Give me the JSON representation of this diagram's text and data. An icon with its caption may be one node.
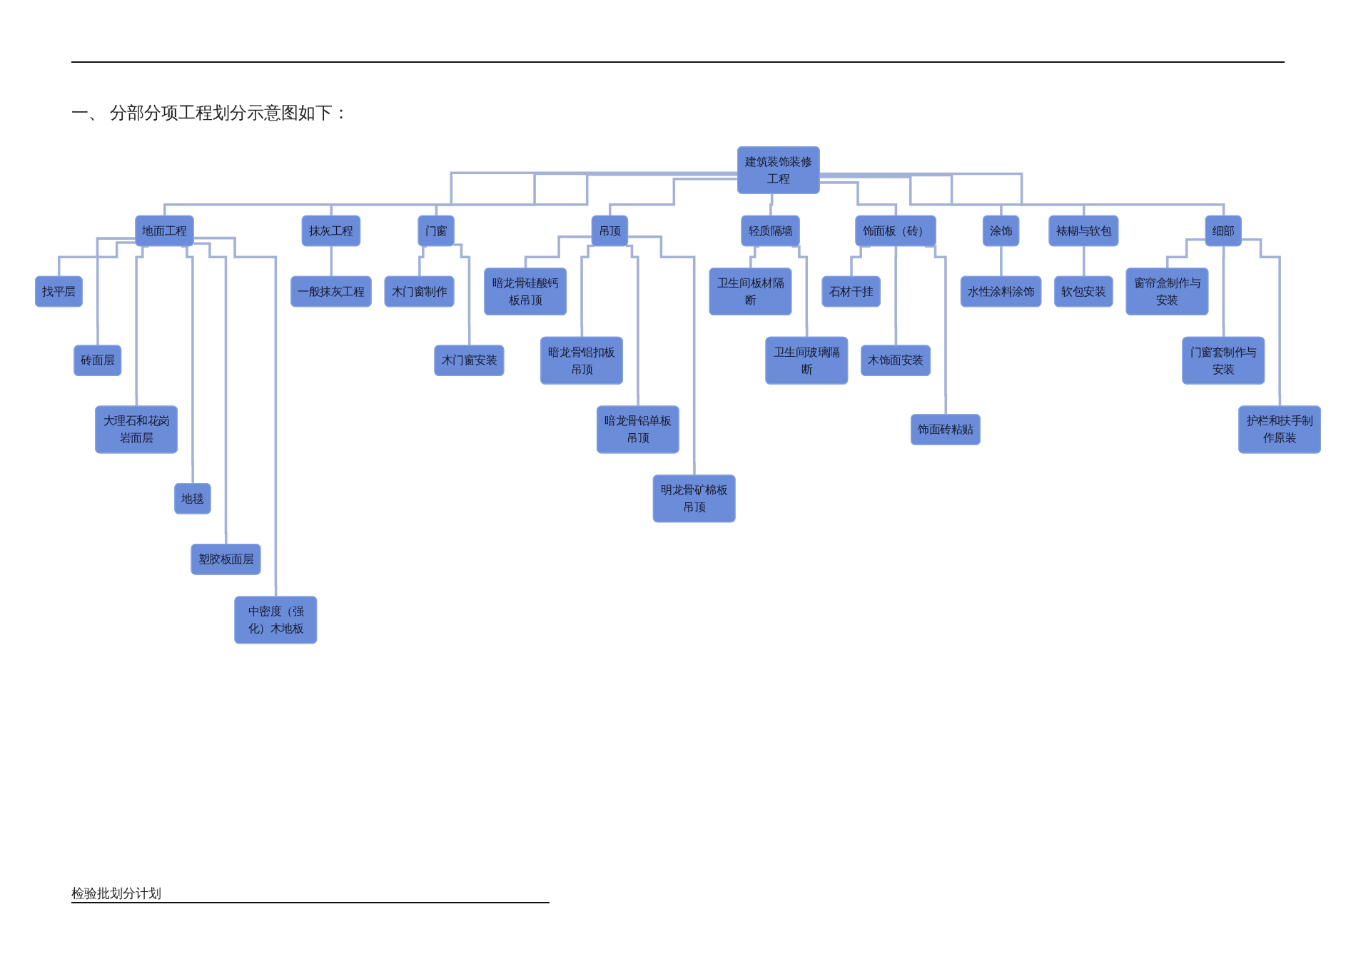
{
  "diagram": {
    "title": "一、 分部分项工程划分示意图如下：",
    "nodes": [
      {
        "text": [
          "建筑装饰装修工程"
        ]
      },
      {
        "text": [
          "地面工程"
        ]
      },
      {
        "text": [
          "抹灰工程"
        ]
      },
      {
        "text": [
          "门窗"
        ]
      },
      {
        "text": [
          "吊顶"
        ]
      },
      {
        "text": [
          "轻质隔墙"
        ]
      },
      {
        "text": [
          "饰面板（砖）"
        ]
      },
      {
        "text": [
          "涂饰"
        ]
      },
      {
        "text": [
          "裱糊与软包"
        ]
      },
      {
        "text": [
          "细部"
        ]
      },
      {
        "text": [
          "找平层"
        ]
      },
      {
        "text": [
          "砖面层"
        ]
      },
      {
        "text": [
          "大理石和花岗岩面层"
        ]
      },
      {
        "text": [
          "地毯"
        ]
      },
      {
        "text": [
          "塑胶板面层"
        ]
      },
      {
        "text": [
          "中密度（强化）木地板"
        ]
      },
      {
        "text": [
          "一般抹灰工程"
        ]
      },
      {
        "text": [
          "木门窗制作"
        ]
      },
      {
        "text": [
          "木门窗安装"
        ]
      },
      {
        "text": [
          "暗龙骨硅酸钙板吊顶"
        ]
      },
      {
        "text": [
          "暗龙骨铝扣板吊顶"
        ]
      },
      {
        "text": [
          "暗龙骨铝单板吊顶"
        ]
      },
      {
        "text": [
          "明龙骨矿棉板吊顶"
        ]
      },
      {
        "text": [
          "卫生间板材隔断"
        ]
      },
      {
        "text": [
          "卫生间玻璃隔断"
        ]
      },
      {
        "text": [
          "石材干挂"
        ]
      },
      {
        "text": [
          "木饰面安装"
        ]
      },
      {
        "text": [
          "饰面砖粘贴"
        ]
      },
      {
        "text": [
          "水性涂料涂饰"
        ]
      },
      {
        "text": [
          "软包安装"
        ]
      },
      {
        "text": [
          "窗帘盒制作与安装"
        ]
      },
      {
        "text": [
          "门窗套制作与安装"
        ]
      },
      {
        "text": [
          "护栏和扶手制作原装"
        ]
      }
    ],
    "edges": [
      {
        "from": 0,
        "to": 1,
        "arrow": "none"
      },
      {
        "from": 0,
        "to": 2,
        "arrow": "none"
      },
      {
        "from": 0,
        "to": 3,
        "arrow": "none"
      },
      {
        "from": 0,
        "to": 4,
        "arrow": "none"
      },
      {
        "from": 0,
        "to": 5,
        "arrow": "none"
      },
      {
        "from": 0,
        "to": 6,
        "arrow": "none"
      },
      {
        "from": 0,
        "to": 7,
        "arrow": "none"
      },
      {
        "from": 0,
        "to": 8,
        "arrow": "none"
      },
      {
        "from": 0,
        "to": 9,
        "arrow": "none"
      },
      {
        "from": 1,
        "to": 10,
        "arrow": "none"
      },
      {
        "from": 1,
        "to": 11,
        "arrow": "none"
      },
      {
        "from": 1,
        "to": 12,
        "arrow": "none"
      },
      {
        "from": 1,
        "to": 13,
        "arrow": "none"
      },
      {
        "from": 1,
        "to": 14,
        "arrow": "none"
      },
      {
        "from": 1,
        "to": 15,
        "arrow": "none"
      },
      {
        "from": 2,
        "to": 16,
        "arrow": "none"
      },
      {
        "from": 3,
        "to": 17,
        "arrow": "none"
      },
      {
        "from": 3,
        "to": 18,
        "arrow": "none"
      },
      {
        "from": 4,
        "to": 19,
        "arrow": "none"
      },
      {
        "from": 4,
        "to": 20,
        "arrow": "none"
      },
      {
        "from": 4,
        "to": 21,
        "arrow": "none"
      },
      {
        "from": 4,
        "to": 22,
        "arrow": "none"
      },
      {
        "from": 5,
        "to": 23,
        "arrow": "none"
      },
      {
        "from": 5,
        "to": 24,
        "arrow": "none"
      },
      {
        "from": 6,
        "to": 25,
        "arrow": "none"
      },
      {
        "from": 6,
        "to": 26,
        "arrow": "none"
      },
      {
        "from": 6,
        "to": 27,
        "arrow": "none"
      },
      {
        "from": 7,
        "to": 28,
        "arrow": "none"
      },
      {
        "from": 8,
        "to": 29,
        "arrow": "none"
      },
      {
        "from": 9,
        "to": 30,
        "arrow": "none"
      },
      {
        "from": 9,
        "to": 31,
        "arrow": "none"
      },
      {
        "from": 9,
        "to": 32,
        "arrow": "none"
      }
    ],
    "labels": [
      "检验批划分计划"
    ]
  }
}
